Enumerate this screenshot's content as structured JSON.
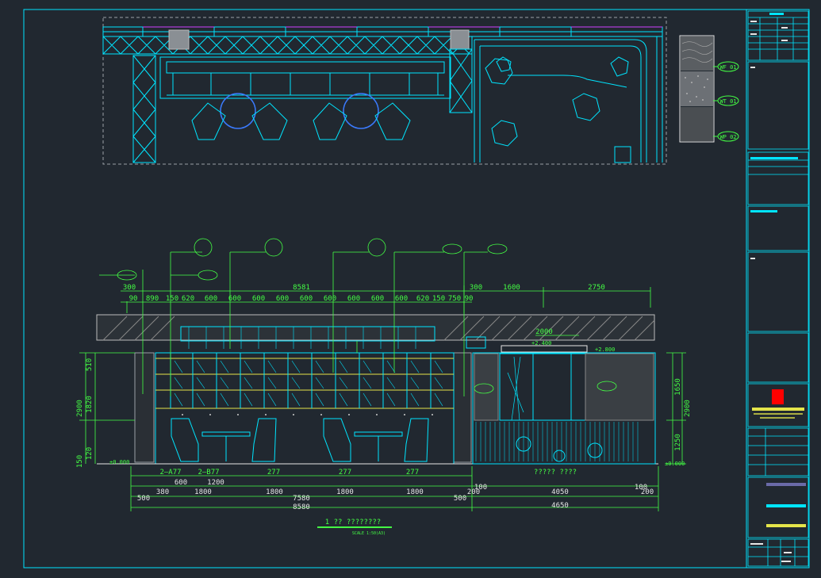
{
  "elevation": {
    "top_dims": [
      "300",
      "8581",
      "300",
      "1600",
      "2750"
    ],
    "sub_dims": [
      "90",
      "890",
      "150",
      "620",
      "600",
      "600",
      "600",
      "600",
      "600",
      "600",
      "600",
      "600",
      "600",
      "620",
      "150",
      "750",
      "90"
    ],
    "left_dims": [
      "510",
      "1820",
      "2900",
      "120",
      "150"
    ],
    "right_dims": [
      "1650",
      "2900",
      "1250"
    ],
    "bottom_tags": [
      "2—A77",
      "2—B77",
      "277",
      "277",
      "277"
    ],
    "bottom_dims_row1": [
      "600",
      "1200"
    ],
    "bottom_dims_row2": [
      "500",
      "380",
      "1800",
      "1800",
      "1800",
      "1800",
      "500",
      "200",
      "100",
      "4050",
      "100",
      "200"
    ],
    "bottom_total_left": "7580",
    "bottom_total_right": "4650",
    "bottom_total": "8580",
    "mid_dim": "2000",
    "room_label": "????? ????",
    "levels": [
      "±0.000",
      "±0.000",
      "+2.400",
      "+2.800"
    ],
    "title": "1    ?? ????????",
    "subtitle": "SCALE 1:50(A3)"
  },
  "legend": {
    "tags": [
      "WF 01",
      "WT 01",
      "WP 02"
    ]
  },
  "colors": {
    "background": "#212830",
    "line": "#00e5ff",
    "dim": "#44ff44",
    "white": "#e6e6e6",
    "logo": "#ff0000"
  }
}
